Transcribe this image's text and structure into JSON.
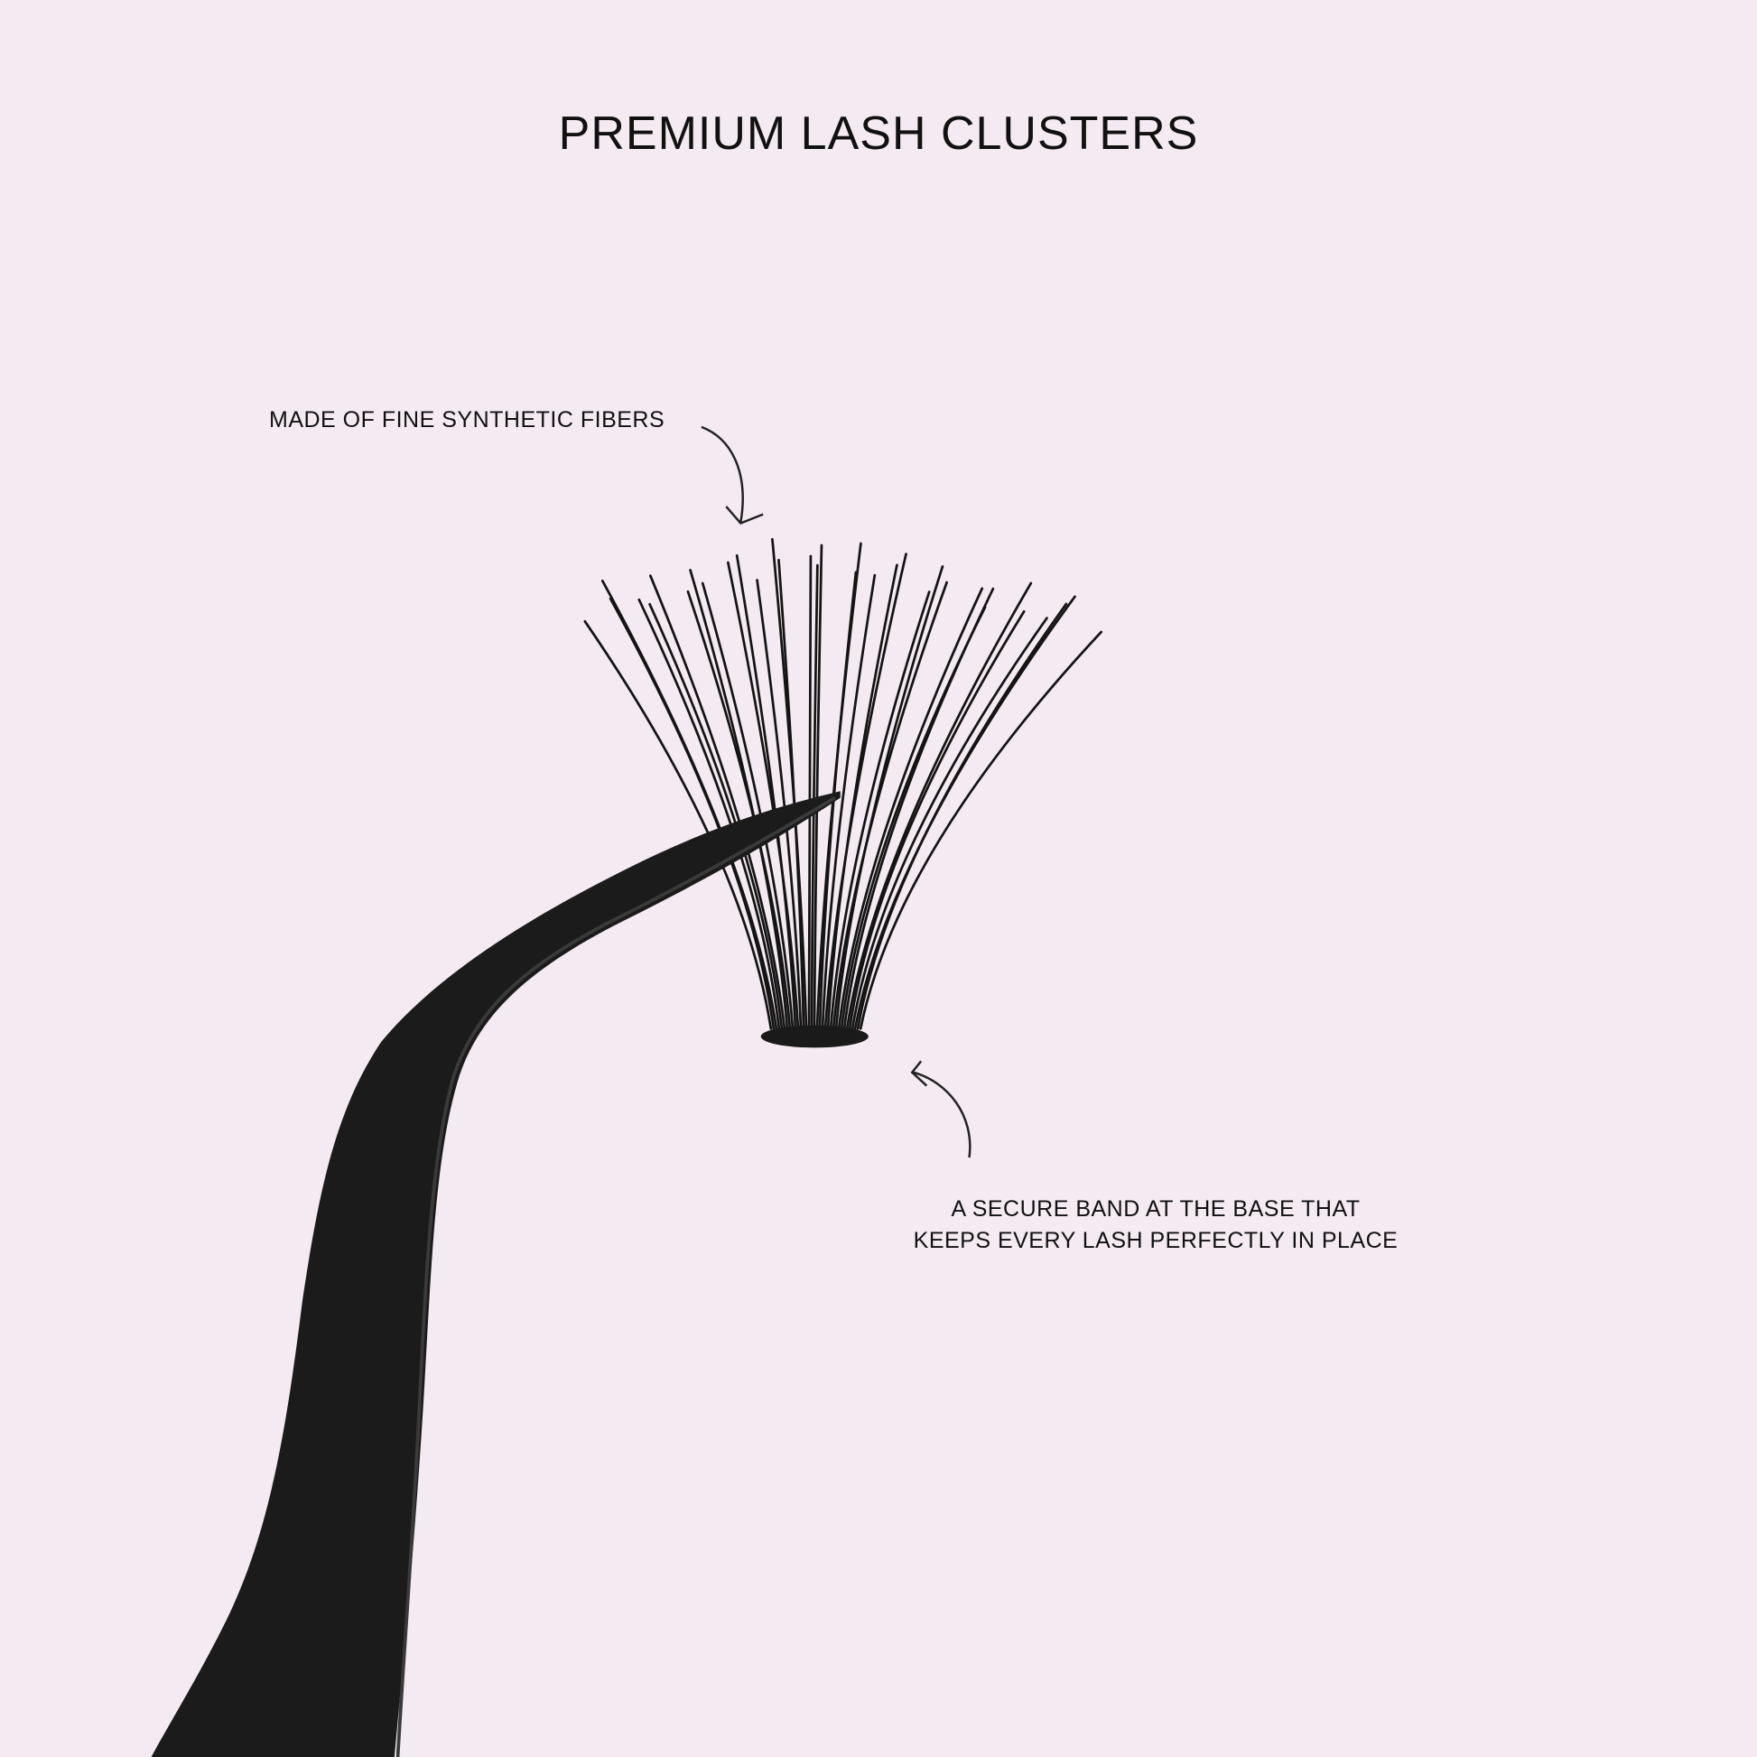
{
  "title": "PREMIUM LASH CLUSTERS",
  "annotations": {
    "fibers": "MADE OF FINE SYNTHETIC FIBERS",
    "band_line1": "A SECURE BAND AT THE BASE THAT",
    "band_line2": "KEEPS EVERY LASH PERFECTLY IN PLACE"
  },
  "colors": {
    "background": "#f4ebf2",
    "ink": "#111111"
  }
}
